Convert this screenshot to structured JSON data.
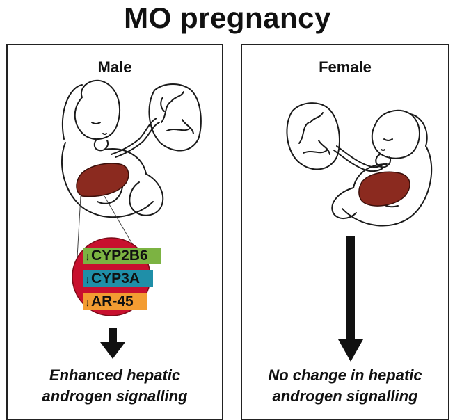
{
  "title": "MO pregnancy",
  "panels": {
    "male": {
      "label": "Male",
      "genes": [
        {
          "arrow": "↓",
          "name": "CYP2B6",
          "color": "#7cb342"
        },
        {
          "arrow": "↓",
          "name": "CYP3A",
          "color": "#1f8fa8"
        },
        {
          "arrow": "↓",
          "name": "AR-45",
          "color": "#f39c32"
        }
      ],
      "outcome_line1": "Enhanced hepatic",
      "outcome_line2": "androgen signalling"
    },
    "female": {
      "label": "Female",
      "outcome_line1": "No change in hepatic",
      "outcome_line2": "androgen signalling"
    }
  },
  "colors": {
    "liver": "#8b2a1f",
    "circle": "#c8102e",
    "outline": "#1a1a1a"
  }
}
